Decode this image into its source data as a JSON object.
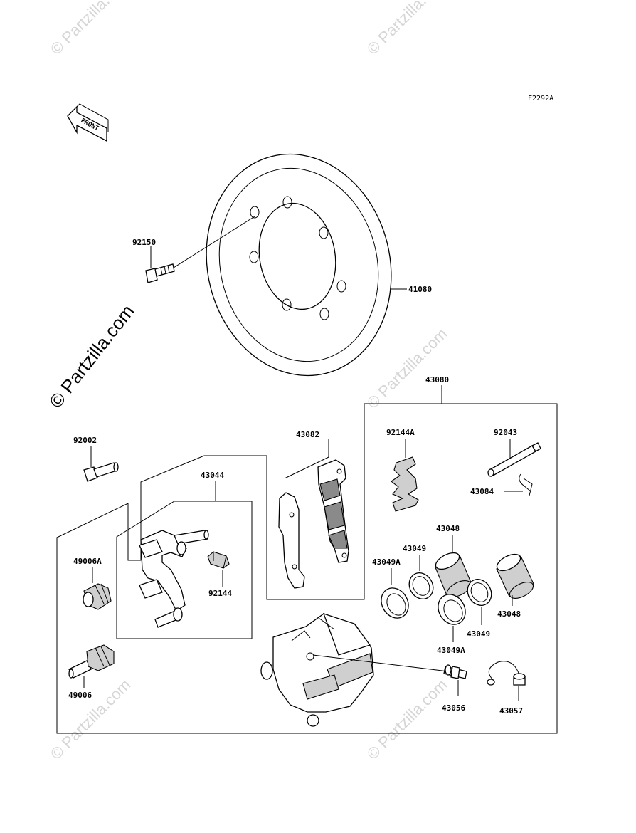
{
  "diagram": {
    "code": "F2292A",
    "front_label": "FRONT",
    "watermark_main": "© Partzilla.com",
    "watermark_faint": "© Partzilla.com",
    "parts": {
      "p92150": "92150",
      "p41080": "41080",
      "p43080": "43080",
      "p92002": "92002",
      "p43082": "43082",
      "p92144A": "92144A",
      "p92043": "92043",
      "p43084": "43084",
      "p43044": "43044",
      "p43048a": "43048",
      "p43049a": "43049",
      "p43049Aa": "43049A",
      "p49006A": "49006A",
      "p92144": "92144",
      "p43048b": "43048",
      "p43049b": "43049",
      "p43049Ab": "43049A",
      "p49006": "49006",
      "p43056": "43056",
      "p43057": "43057"
    }
  }
}
